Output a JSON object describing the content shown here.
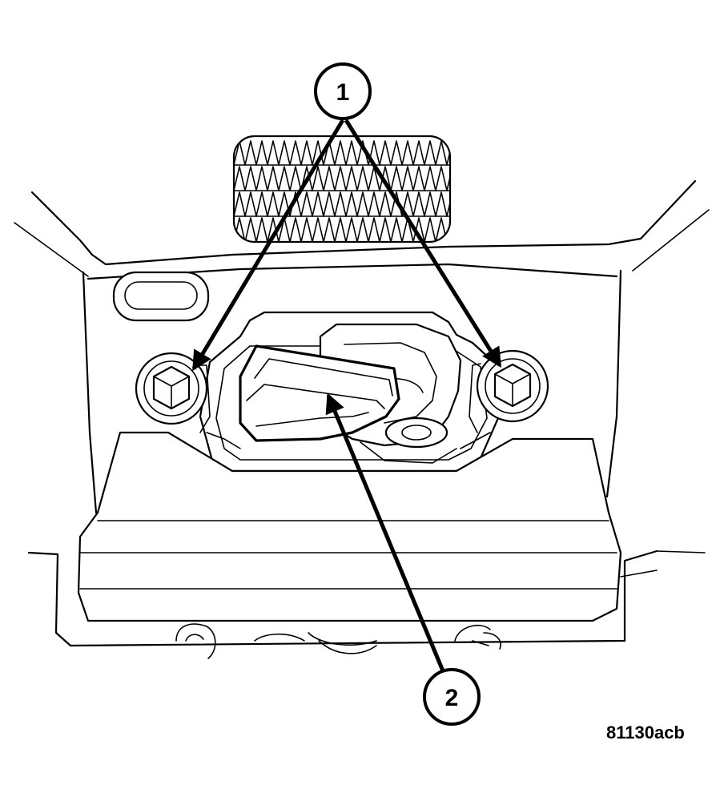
{
  "diagram": {
    "callouts": [
      {
        "id": "1",
        "label": "1"
      },
      {
        "id": "2",
        "label": "2"
      }
    ],
    "figure_id": "81130acb"
  },
  "colors": {
    "ink": "#000000",
    "paper": "#ffffff"
  }
}
